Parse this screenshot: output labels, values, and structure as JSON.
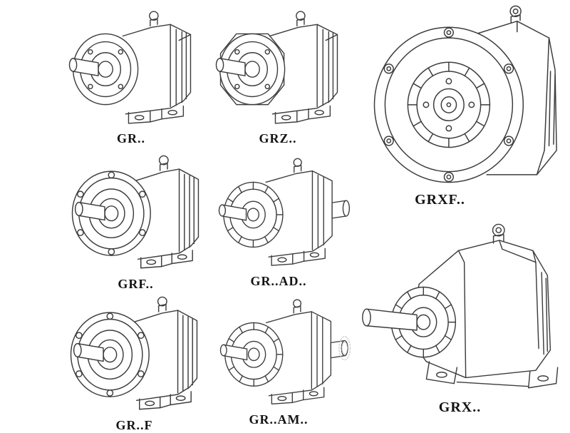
{
  "colors": {
    "background": "#ffffff",
    "line": "#3d3d3d",
    "faded_line": "#c4c4c4",
    "label": "#141414"
  },
  "items": [
    {
      "id": "gr",
      "label": "GR..",
      "rendering": "solid"
    },
    {
      "id": "grz",
      "label": "GRZ..",
      "rendering": "solid"
    },
    {
      "id": "grxf",
      "label": "GRXF..",
      "rendering": "solid"
    },
    {
      "id": "grf",
      "label": "GRF..",
      "rendering": "solid"
    },
    {
      "id": "grad",
      "label": "GR..AD..",
      "rendering": "dotted"
    },
    {
      "id": "grff",
      "label": "GR..F",
      "rendering": "solid"
    },
    {
      "id": "gram",
      "label": "GR..AM..",
      "rendering": "dotted"
    },
    {
      "id": "grx",
      "label": "GRX..",
      "rendering": "solid"
    }
  ]
}
